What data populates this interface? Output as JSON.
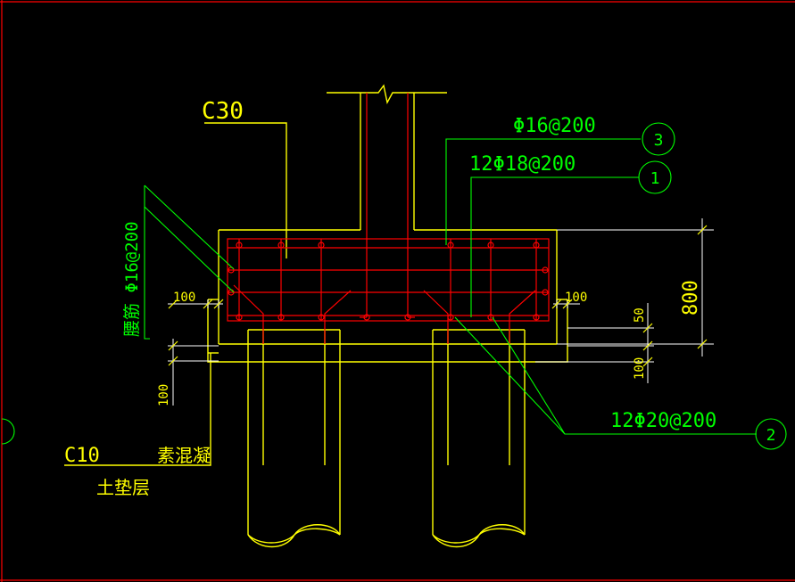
{
  "labels": {
    "concrete_cap": "C30",
    "concrete_base": "C10",
    "plain_concrete": "素混凝",
    "cushion_layer": "土垫层",
    "waist_rebar": "腰筋 Φ16@200",
    "rebar_1": "12Φ18@200",
    "rebar_2": "12Φ20@200",
    "rebar_3": "Φ16@200",
    "callout_1": "1",
    "callout_2": "2",
    "callout_3": "3",
    "dim_left_100": "100",
    "dim_right_100": "100",
    "dim_left_vertical_100": "100",
    "dim_right_vertical_100": "100",
    "dim_50": "50",
    "dim_800": "800"
  },
  "colors": {
    "background": "#000000",
    "structure": "#ffff00",
    "rebar": "#ff0000",
    "annotation": "#00ff00",
    "frame": "#ff0000",
    "extension": "#ffffff"
  }
}
